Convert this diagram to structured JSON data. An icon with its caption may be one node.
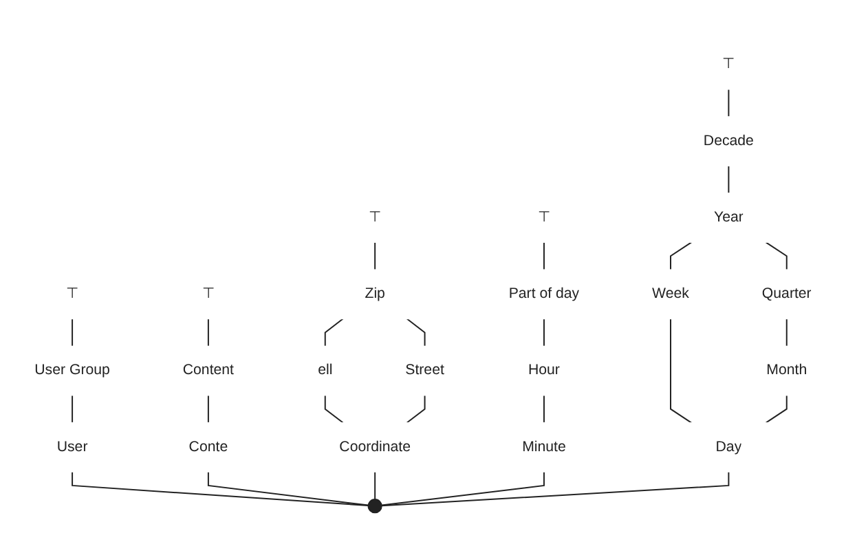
{
  "diagram": {
    "nodes": [
      {
        "text": [
          "⊤"
        ]
      },
      {
        "text": [
          "⊤"
        ]
      },
      {
        "text": [
          "⊤"
        ]
      },
      {
        "text": [
          "⊤"
        ]
      },
      {
        "text": [
          "⊤"
        ]
      },
      {
        "text": [
          "Decade"
        ]
      },
      {
        "text": [
          "Part of day"
        ]
      },
      {
        "text": [
          "Zip"
        ]
      },
      {
        "text": [
          "Year"
        ]
      },
      {
        "text": [
          "User Group"
        ]
      },
      {
        "text": [
          "Content"
        ]
      },
      {
        "text": [
          "Quarter"
        ]
      },
      {
        "text": [
          "ell"
        ]
      },
      {
        "text": [
          "Hour"
        ]
      },
      {
        "text": [
          "Week"
        ]
      },
      {
        "text": [
          "Month"
        ]
      },
      {
        "text": [
          "Street"
        ]
      },
      {
        "text": [
          "Coordinate"
        ]
      },
      {
        "text": [
          "Minute"
        ]
      },
      {
        "text": [
          "Day"
        ]
      },
      {
        "text": [
          "User"
        ]
      },
      {
        "text": [
          "Conte"
        ]
      },
      {
        "text": [],
        "shape": "circle"
      }
    ],
    "edges": [
      {
        "from": 7,
        "to": 0,
        "arrow": "none"
      },
      {
        "from": 12,
        "to": 7,
        "arrow": "none"
      },
      {
        "from": 16,
        "to": 7,
        "arrow": "none"
      },
      {
        "from": 17,
        "to": 12,
        "arrow": "none"
      },
      {
        "from": 17,
        "to": 16,
        "arrow": "none"
      },
      {
        "from": 6,
        "to": 1,
        "arrow": "none"
      },
      {
        "from": 13,
        "to": 6,
        "arrow": "none"
      },
      {
        "from": 18,
        "to": 13,
        "arrow": "none"
      },
      {
        "from": 5,
        "to": 2,
        "arrow": "none"
      },
      {
        "from": 8,
        "to": 5,
        "arrow": "none"
      },
      {
        "from": 14,
        "to": 8,
        "arrow": "none"
      },
      {
        "from": 11,
        "to": 8,
        "arrow": "none"
      },
      {
        "from": 15,
        "to": 11,
        "arrow": "none"
      },
      {
        "from": 19,
        "to": 14,
        "arrow": "none"
      },
      {
        "from": 19,
        "to": 15,
        "arrow": "none"
      },
      {
        "from": 9,
        "to": 3,
        "arrow": "none"
      },
      {
        "from": 20,
        "to": 9,
        "arrow": "none"
      },
      {
        "from": 10,
        "to": 4,
        "arrow": "none"
      },
      {
        "from": 21,
        "to": 10,
        "arrow": "none"
      },
      {
        "from": 22,
        "to": 17,
        "arrow": "none"
      },
      {
        "from": 22,
        "to": 18,
        "arrow": "none"
      },
      {
        "from": 22,
        "to": 19,
        "arrow": "none"
      },
      {
        "from": 22,
        "to": 20,
        "arrow": "none"
      },
      {
        "from": 22,
        "to": 21,
        "arrow": "none"
      }
    ]
  }
}
